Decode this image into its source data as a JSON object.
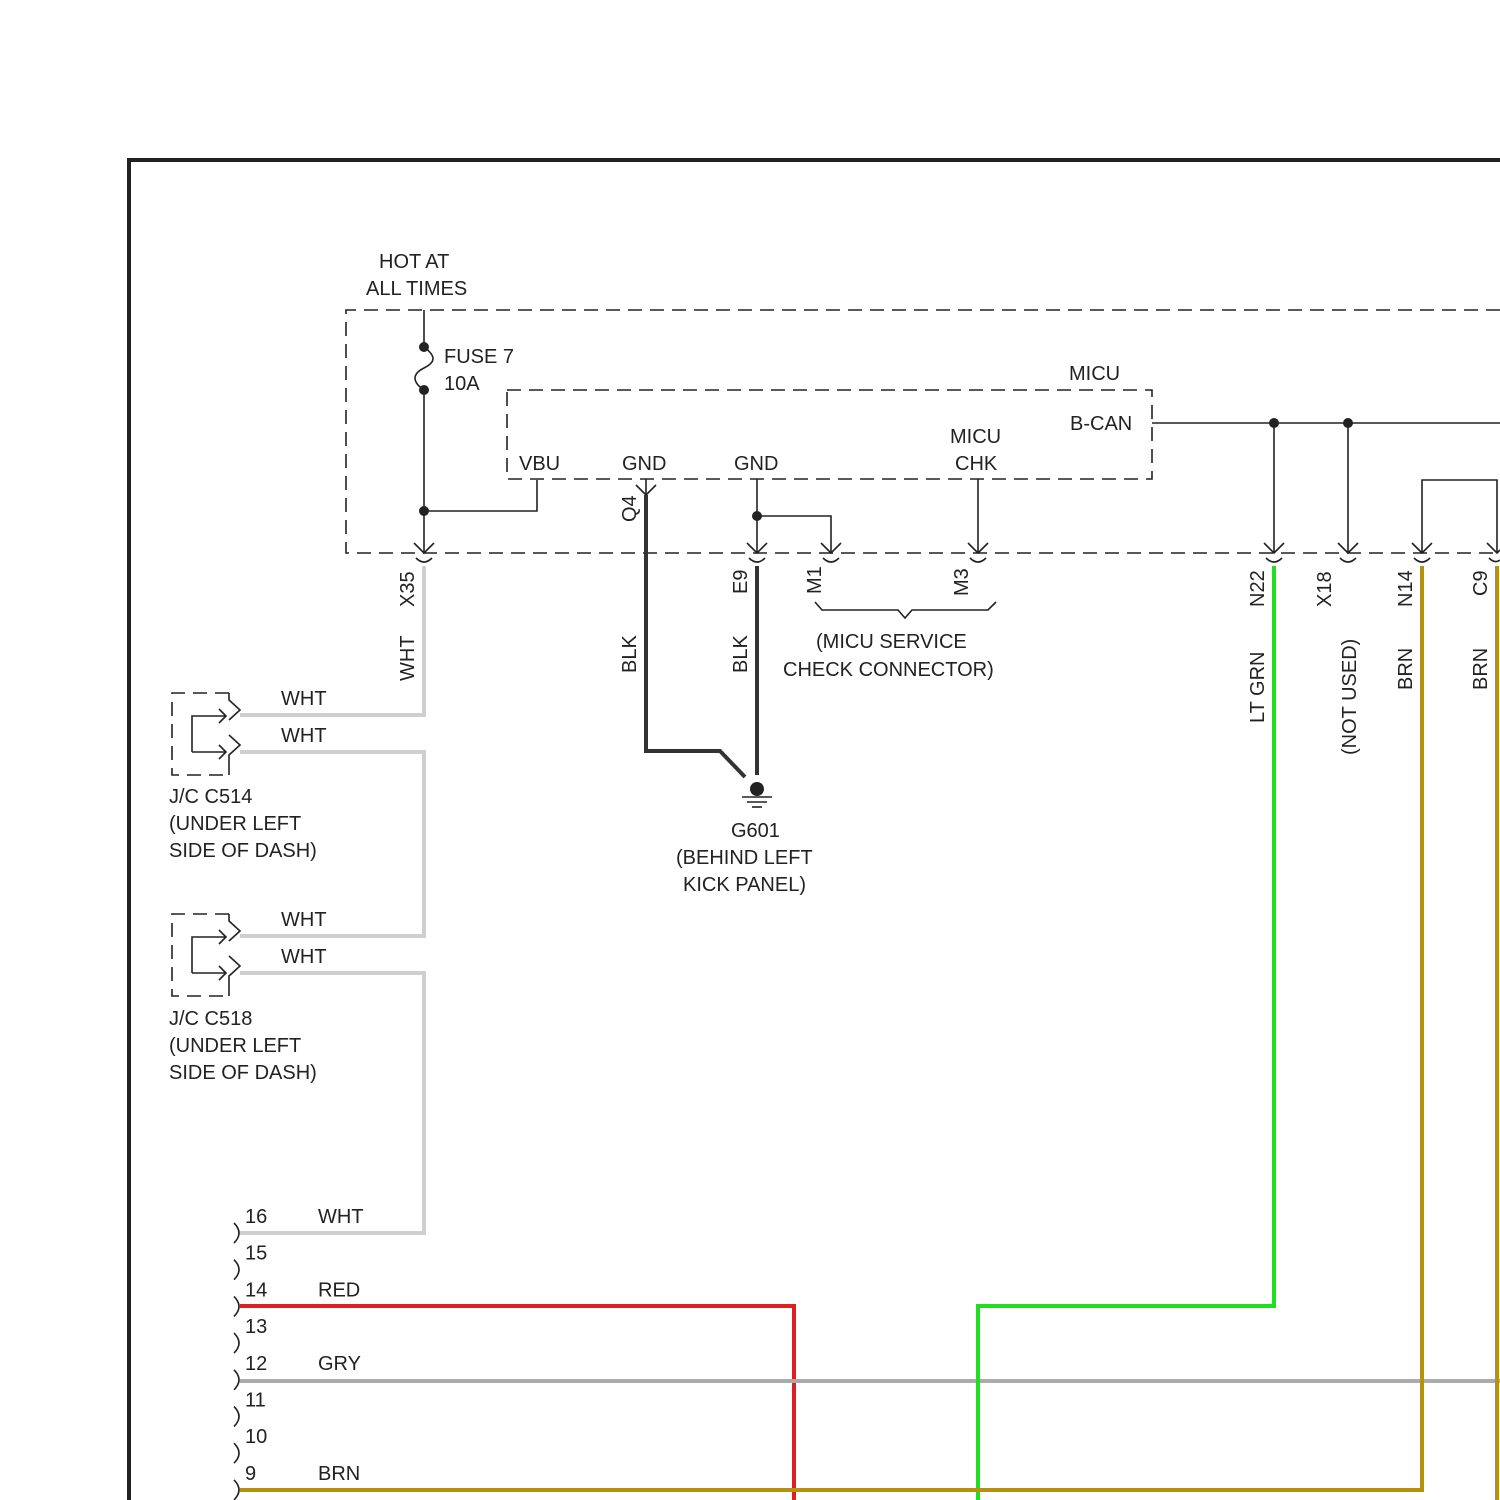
{
  "colors": {
    "wht": "#cfcfcf",
    "blk": "#333333",
    "red": "#dd1f1f",
    "ltgrn": "#22dd22",
    "gry": "#aaaaaa",
    "brn": "#b8900f",
    "line": "#222222"
  },
  "power": {
    "line1": "HOT AT",
    "line2": "ALL TIMES"
  },
  "fuse": {
    "name": "FUSE 7",
    "rating": "10A"
  },
  "micu": {
    "title": "MICU",
    "bcan": "B-CAN",
    "vbu": "VBU",
    "gnd1": "GND",
    "gnd2": "GND",
    "chk_line1": "MICU",
    "chk_line2": "CHK"
  },
  "pins": {
    "x35": "X35",
    "q4": "Q4",
    "e9": "E9",
    "m1": "M1",
    "m3": "M3",
    "n22": "N22",
    "x18": "X18",
    "n14": "N14",
    "c9": "C9"
  },
  "wire_labels": {
    "x35_wht": "WHT",
    "q4_blk": "BLK",
    "e9_blk": "BLK",
    "n22_ltgrn": "LT GRN",
    "x18_notused": "(NOT USED)",
    "n14_brn": "BRN",
    "c9_brn": "BRN"
  },
  "service_connector": {
    "line1": "(MICU SERVICE",
    "line2": "CHECK CONNECTOR)"
  },
  "ground": {
    "name": "G601",
    "line1": "(BEHIND LEFT",
    "line2": "KICK PANEL)"
  },
  "jc1": {
    "wire_top": "WHT",
    "wire_bottom": "WHT",
    "name": "J/C C514",
    "line1": "(UNDER LEFT",
    "line2": "SIDE OF DASH)"
  },
  "jc2": {
    "wire_top": "WHT",
    "wire_bottom": "WHT",
    "name": "J/C C518",
    "line1": "(UNDER LEFT",
    "line2": "SIDE OF DASH)"
  },
  "dlc": {
    "pins": [
      {
        "num": "16",
        "wire": "WHT"
      },
      {
        "num": "15",
        "wire": ""
      },
      {
        "num": "14",
        "wire": "RED"
      },
      {
        "num": "13",
        "wire": ""
      },
      {
        "num": "12",
        "wire": "GRY"
      },
      {
        "num": "11",
        "wire": ""
      },
      {
        "num": "10",
        "wire": ""
      },
      {
        "num": "9",
        "wire": "BRN"
      }
    ]
  }
}
